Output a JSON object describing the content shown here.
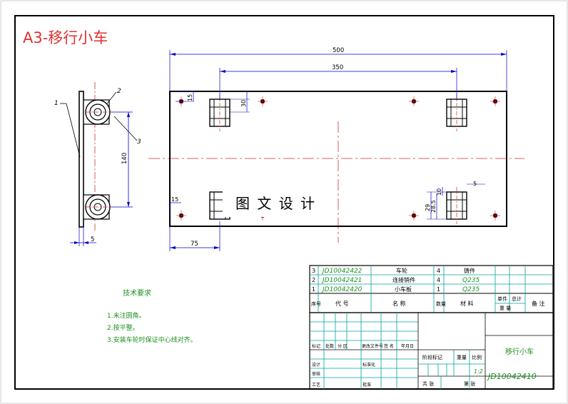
{
  "drawing": {
    "title": "A3-移行小车",
    "watermark": "图 文 设 计"
  },
  "front_view": {
    "dims": {
      "overall_length": "500",
      "wheel_spacing": "350",
      "edge_offset": "75",
      "top_offset": "15",
      "wheel_height": "30",
      "left_offset": "15",
      "right_gap": "5",
      "d1": "29",
      "d2": "28.5",
      "d3": "10"
    }
  },
  "side_view": {
    "balloons": [
      "1",
      "2",
      "3"
    ],
    "dims": {
      "wheel_spacing": "140",
      "plate_thickness": "5"
    }
  },
  "tech_req": {
    "title": "技术要求",
    "items": [
      "1.未注圆角。",
      "2.按平整。",
      "3.安装车轮时保证中心线对齐。"
    ]
  },
  "bom": {
    "rows": [
      {
        "no": "3",
        "code": "JD10042422",
        "name": "车轮",
        "qty": "4",
        "material": "铸件"
      },
      {
        "no": "2",
        "code": "JD10042421",
        "name": "连接销件",
        "qty": "4",
        "material": "Q235"
      },
      {
        "no": "1",
        "code": "JD10042420",
        "name": "小车板",
        "qty": "1",
        "material": "Q235"
      }
    ],
    "header": {
      "no": "序号",
      "code": "代 号",
      "name": "名 称",
      "qty": "数量",
      "material": "材 料",
      "unit_weight": "单件",
      "total_weight": "总计",
      "weight": "重 量",
      "remark": "备 注"
    }
  },
  "title_block": {
    "product": "移行小车",
    "code": "JD10042410",
    "scale_value": "1:2",
    "labels": {
      "mark": "标记",
      "count": "处数",
      "zone": "分 区",
      "change_doc": "更改文件号",
      "sign": "签 名",
      "date": "年月日",
      "design": "设计",
      "standard": "标准化",
      "review": "审核",
      "process": "工艺",
      "approve": "批准",
      "stage": "阶段标记",
      "weight": "重量",
      "scale": "比例",
      "sheets_total": "共 张",
      "sheet_no": "第 张"
    }
  }
}
